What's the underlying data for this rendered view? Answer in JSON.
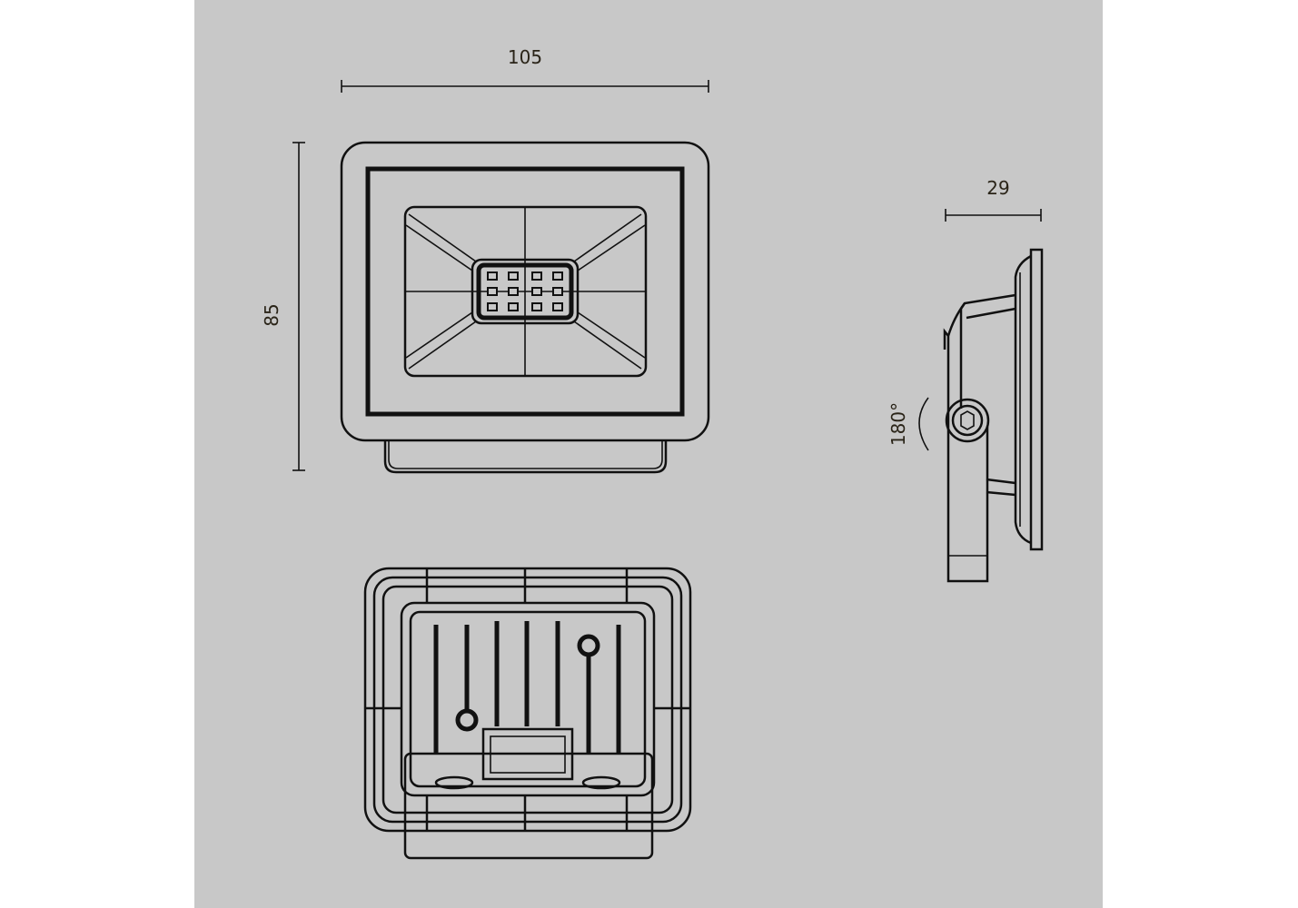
{
  "dimensions": {
    "width": "105",
    "height": "85",
    "depth": "29",
    "rotation": "180°"
  },
  "colors": {
    "background": "#c8c8c8",
    "line": "#111111",
    "text": "#2a2418"
  }
}
